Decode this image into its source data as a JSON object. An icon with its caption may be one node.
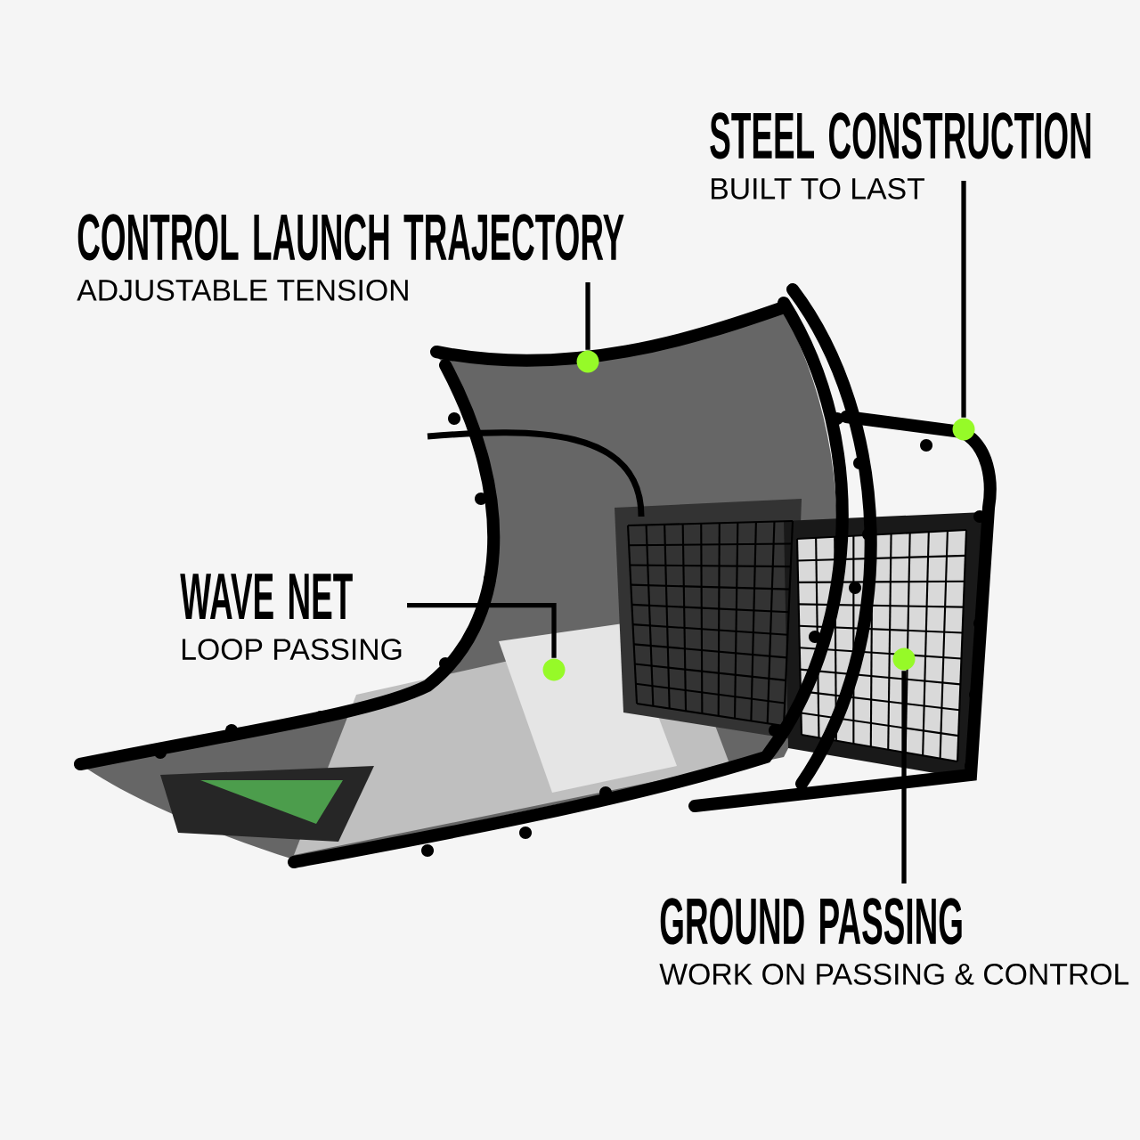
{
  "diagram": {
    "nodes": [
      {
        "text": [
          "STEEL CONSTRUCTION",
          "BUILT TO LAST"
        ]
      },
      {
        "text": [
          "CONTROL LAUNCH TRAJECTORY",
          "ADJUSTABLE TENSION"
        ]
      },
      {
        "text": [
          "WAVE NET",
          "LOOP PASSING"
        ]
      },
      {
        "text": [
          "GROUND PASSING",
          "WORK ON PASSING & CONTROL"
        ]
      },
      {
        "text": [],
        "shape": "circle"
      },
      {
        "text": [],
        "shape": "circle"
      },
      {
        "text": [],
        "shape": "circle"
      },
      {
        "text": [],
        "shape": "circle"
      }
    ],
    "edges": [
      {
        "from": 0,
        "to": 7,
        "arrow": "none"
      },
      {
        "from": 1,
        "to": 5,
        "arrow": "none"
      },
      {
        "from": 2,
        "to": 4,
        "arrow": "none"
      },
      {
        "from": 3,
        "to": 6,
        "arrow": "none"
      }
    ]
  }
}
